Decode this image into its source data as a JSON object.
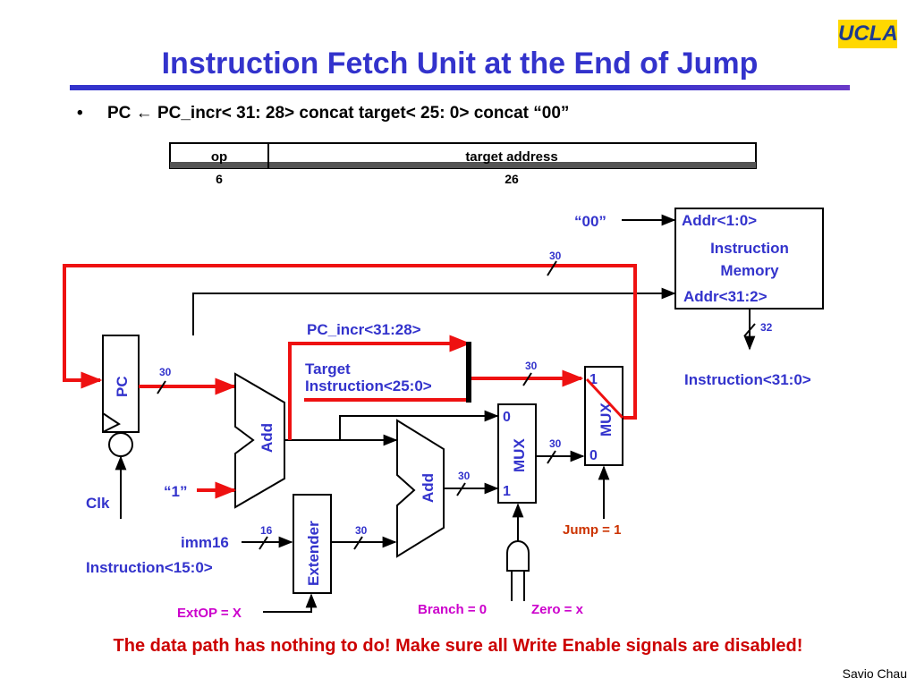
{
  "logo": {
    "text": "UCLA"
  },
  "title": "Instruction Fetch Unit at the End of Jump",
  "bullet": {
    "text": "PC ← PC_incr< 31: 28> concat target< 25: 0> concat “00”"
  },
  "format": {
    "fields": [
      {
        "label": "op",
        "width": "6"
      },
      {
        "label": "target address",
        "width": "26"
      }
    ]
  },
  "diagram": {
    "labels": {
      "addr00": "“00”",
      "imem_addr_lo": "Addr<1:0>",
      "imem_title1": "Instruction",
      "imem_title2": "Memory",
      "imem_addr_hi": "Addr<31:2>",
      "imem_out": "Instruction<31:0>",
      "pc": "PC",
      "clk": "Clk",
      "one": "“1”",
      "add1": "Add",
      "add2": "Add",
      "pc_incr": "PC_incr<31:28>",
      "target1": "Target",
      "target2": "Instruction<25:0>",
      "mux1": "MUX",
      "mux1_in0": "0",
      "mux1_in1": "1",
      "mux2": "MUX",
      "mux2_in1": "1",
      "mux2_in0": "0",
      "extender": "Extender",
      "imm16": "imm16",
      "instr_imm": "Instruction<15:0>",
      "jump": "Jump = 1",
      "extop": "ExtOP = X",
      "branch": "Branch = 0",
      "zero": "Zero = x"
    },
    "bus_widths": {
      "w30_top": "30",
      "w30_pc": "30",
      "w30_target": "30",
      "w30_add2": "30",
      "w30_mux1": "30",
      "w30_ext": "30",
      "w16": "16",
      "w32": "32"
    },
    "colors": {
      "active_path": "#ee1111",
      "wire": "#000000",
      "control_label": "#cc00cc",
      "jump_label": "#cc3300",
      "box_fill": "#ffffff"
    }
  },
  "footer": {
    "message": "The data path has nothing to do! Make sure all Write Enable signals are disabled!",
    "author": "Savio Chau"
  }
}
